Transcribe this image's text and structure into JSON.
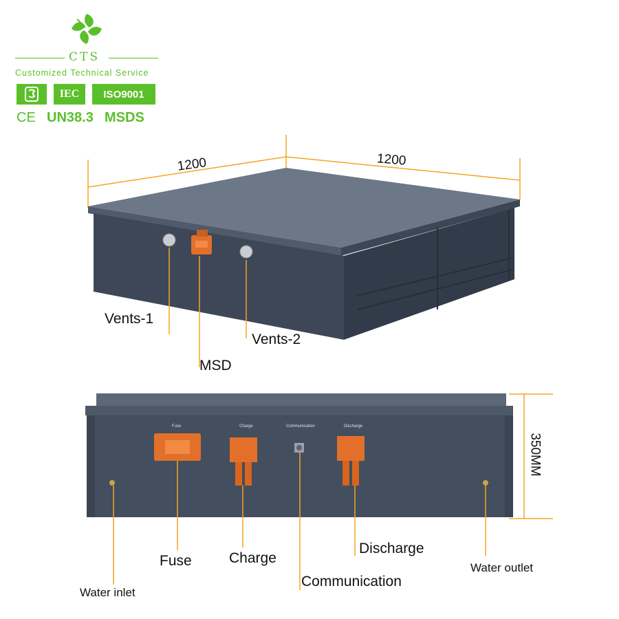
{
  "brand": {
    "name": "CTS",
    "tagline": "Customized Technical Service",
    "certs": [
      "IEC",
      "ISO9001"
    ],
    "cert_row": [
      "CE",
      "UN38.3",
      "MSDS"
    ],
    "accent": "#5bbf2a"
  },
  "dimensions": {
    "length": "1200",
    "width": "1200",
    "height": "350MM",
    "line_color": "#f5a623"
  },
  "top_view": {
    "labels": {
      "vents1": "Vents-1",
      "msd": "MSD",
      "vents2": "Vents-2"
    }
  },
  "front_view": {
    "port_titles": {
      "fuse": "Fuse",
      "charge": "Charge",
      "communication": "Communication",
      "discharge": "Discharge"
    },
    "labels": {
      "fuse": "Fuse",
      "charge": "Charge",
      "communication": "Communication",
      "discharge": "Discharge",
      "water_inlet": "Water inlet",
      "water_outlet": "Water outlet"
    }
  },
  "colors": {
    "case_dark": "#3f4a5a",
    "case_top": "#5f6b7b",
    "connector": "#e2702a"
  }
}
